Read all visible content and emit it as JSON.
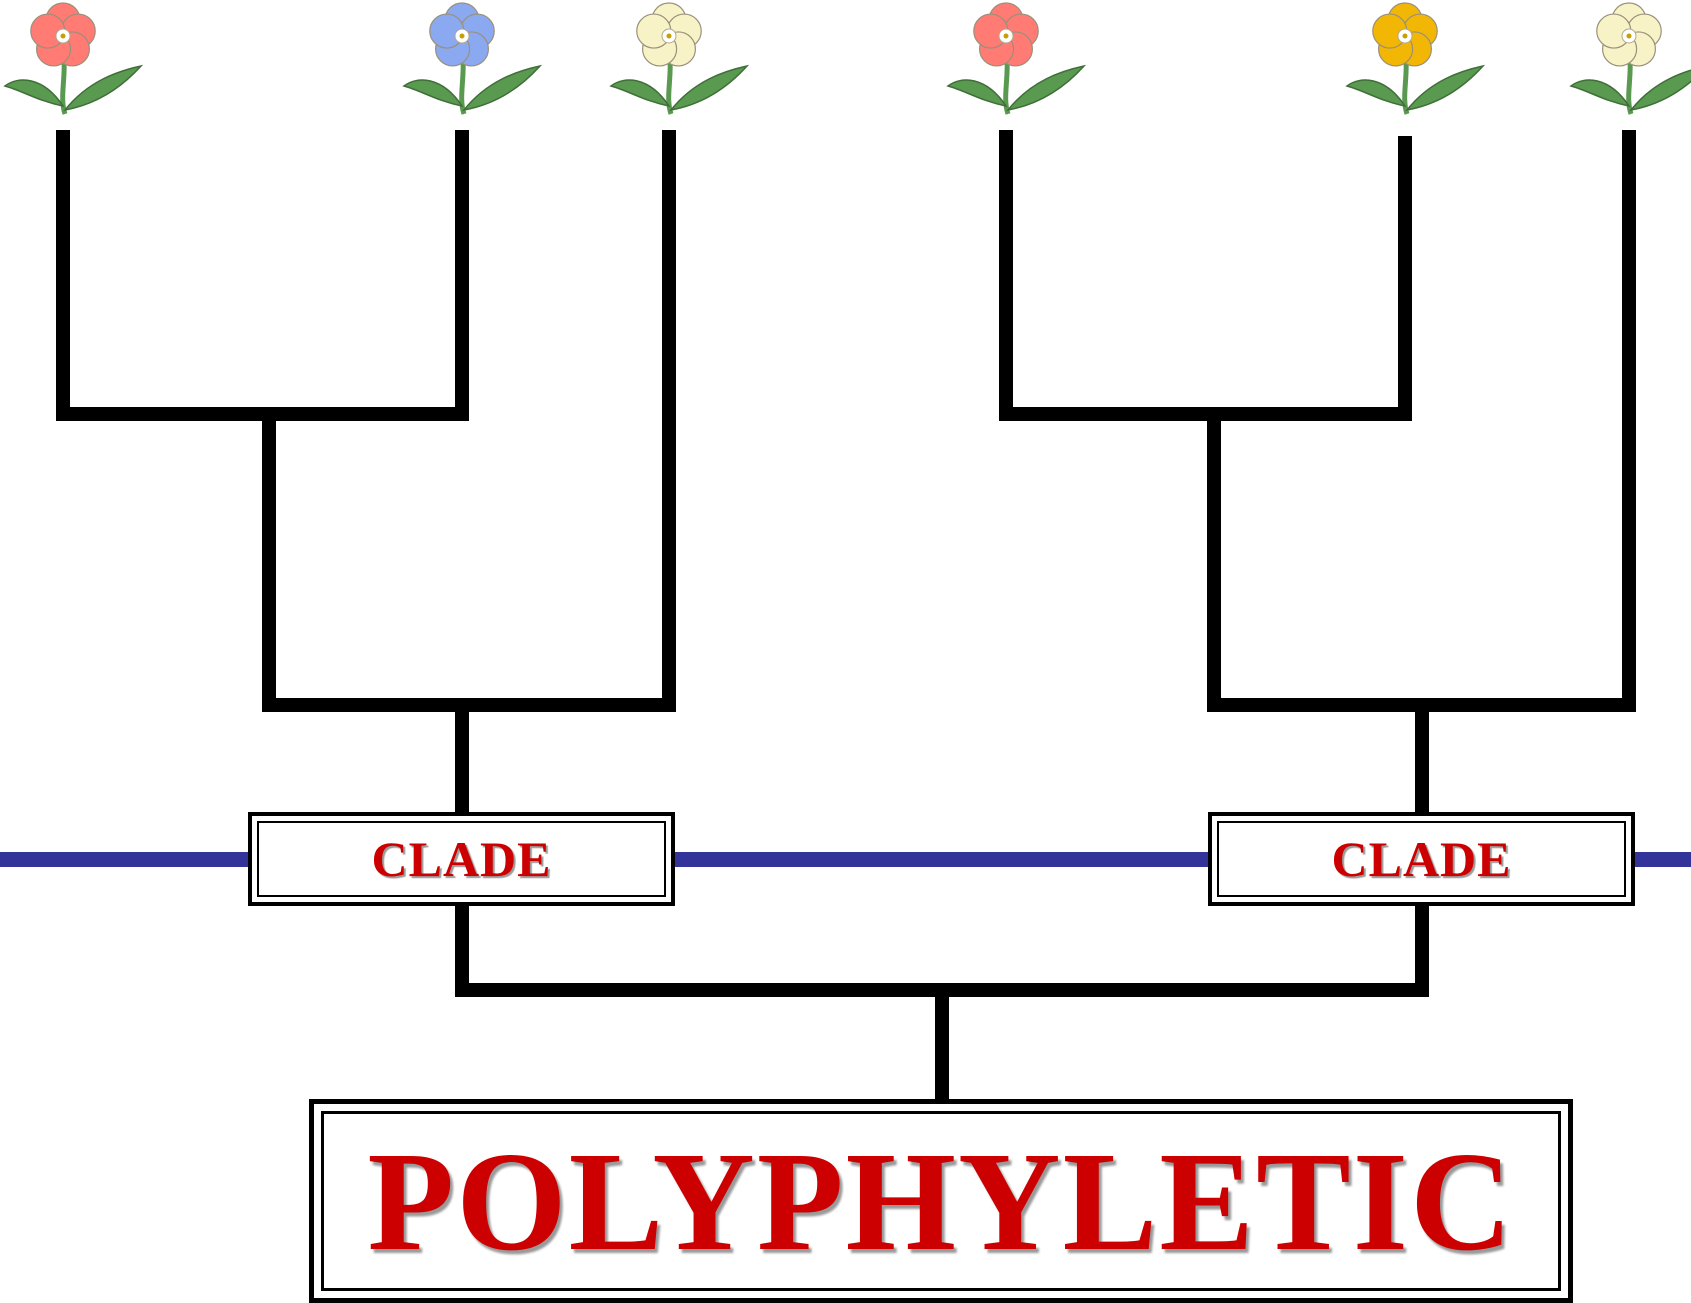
{
  "group_label": "POLYPHYLETIC",
  "clade_labels": {
    "left": "CLADE",
    "right": "CLADE"
  },
  "colors": {
    "label_text": "#cc0000",
    "branches": "#000000",
    "baseline": "#333399",
    "flower_red": "#ff7b74",
    "flower_blue": "#8aa9f0",
    "flower_cream": "#f7f3c6",
    "flower_yellow": "#f2b705",
    "leaf": "#5a9a50"
  },
  "taxa": [
    {
      "flower": "red-flower-icon",
      "color": "#ff7b74"
    },
    {
      "flower": "blue-flower-icon",
      "color": "#8aa9f0"
    },
    {
      "flower": "cream-flower-icon",
      "color": "#f7f3c6"
    },
    {
      "flower": "red-flower-icon",
      "color": "#ff7b74"
    },
    {
      "flower": "yellow-flower-icon",
      "color": "#f2b705"
    },
    {
      "flower": "cream-flower-icon",
      "color": "#f7f3c6"
    }
  ]
}
